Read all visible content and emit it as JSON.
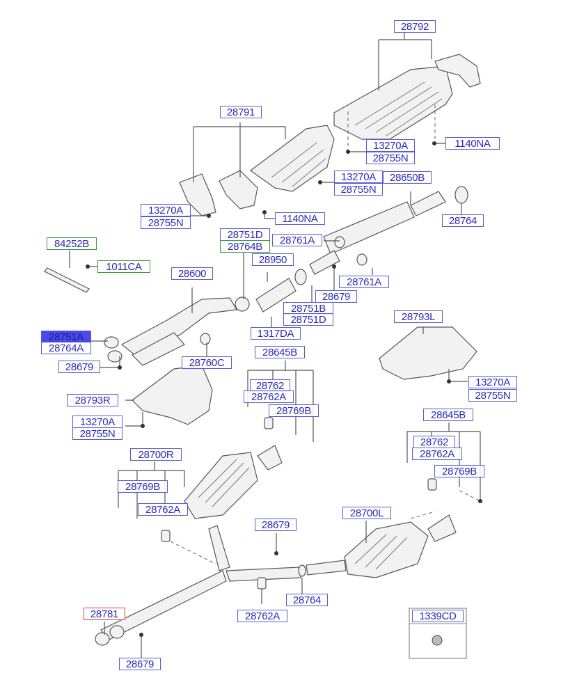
{
  "diagram": {
    "title": "Exhaust System Parts Diagram",
    "highlight_colors": {
      "label_border": "#5a5ad8",
      "label_text": "#2b2bb8",
      "selected_fill": "#4a4ae8",
      "green_border": "#3a9a3a",
      "red_border": "#e04040"
    },
    "labels": {
      "p28792": "28792",
      "p28791": "28791",
      "p13270A_a": "13270A",
      "p28755N_a": "28755N",
      "p1140NA_a": "1140NA",
      "p13270A_b": "13270A",
      "p28755N_b": "28755N",
      "p28650B": "28650B",
      "p13270A_c": "13270A",
      "p28755N_c": "28755N",
      "p1140NA_b": "1140NA",
      "p28764_a": "28764",
      "p84252B": "84252B",
      "p1011CA": "1011CA",
      "p28751D_a": "28751D",
      "p28764B": "28764B",
      "p28761A_a": "28761A",
      "p28950": "28950",
      "p28600": "28600",
      "p28761A_b": "28761A",
      "p28679_a": "28679",
      "p28751B": "28751B",
      "p28751D_b": "28751D",
      "p1317DA": "1317DA",
      "p28751A": "28751A",
      "p28764A": "28764A",
      "p28679_b": "28679",
      "p28760C": "28760C",
      "p28793L": "28793L",
      "p28645B_a": "28645B",
      "p28762_a": "28762",
      "p28762A_a": "28762A",
      "p28769B_a": "28769B",
      "p28793R": "28793R",
      "p13270A_d": "13270A",
      "p28755N_d": "28755N",
      "p13270A_e": "13270A",
      "p28755N_e": "28755N",
      "p28645B_b": "28645B",
      "p28762_b": "28762",
      "p28762A_b": "28762A",
      "p28769B_b": "28769B",
      "p28700R": "28700R",
      "p28769B_c": "28769B",
      "p28762A_c": "28762A",
      "p28679_c": "28679",
      "p28700L": "28700L",
      "p28764_b": "28764",
      "p28762A_d": "28762A",
      "p28781": "28781",
      "p28679_d": "28679",
      "p1339CD": "1339CD"
    }
  }
}
